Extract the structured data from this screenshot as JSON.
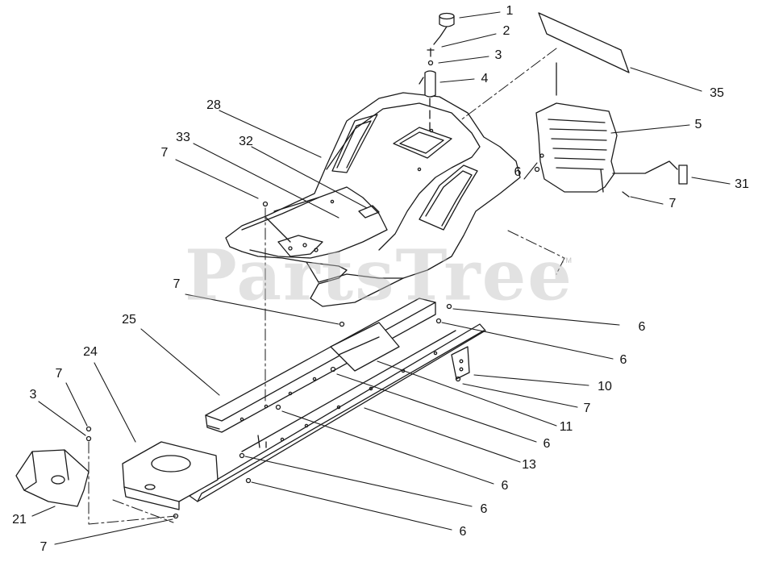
{
  "watermark": {
    "text": "PartsTree",
    "mark": "TM"
  },
  "callouts": [
    {
      "id": "c1",
      "label": "1"
    },
    {
      "id": "c2",
      "label": "2"
    },
    {
      "id": "c3a",
      "label": "3"
    },
    {
      "id": "c4",
      "label": "4"
    },
    {
      "id": "c35",
      "label": "35"
    },
    {
      "id": "c28",
      "label": "28"
    },
    {
      "id": "c5",
      "label": "5"
    },
    {
      "id": "c33",
      "label": "33"
    },
    {
      "id": "c32",
      "label": "32"
    },
    {
      "id": "c7a",
      "label": "7"
    },
    {
      "id": "c6a",
      "label": "6"
    },
    {
      "id": "c31",
      "label": "31"
    },
    {
      "id": "c7b",
      "label": "7"
    },
    {
      "id": "c7c",
      "label": "7"
    },
    {
      "id": "c25",
      "label": "25"
    },
    {
      "id": "c6b",
      "label": "6"
    },
    {
      "id": "c6c",
      "label": "6"
    },
    {
      "id": "c24",
      "label": "24"
    },
    {
      "id": "c7d",
      "label": "7"
    },
    {
      "id": "c10",
      "label": "10"
    },
    {
      "id": "c3b",
      "label": "3"
    },
    {
      "id": "c7e",
      "label": "7"
    },
    {
      "id": "c11",
      "label": "11"
    },
    {
      "id": "c6d",
      "label": "6"
    },
    {
      "id": "c13",
      "label": "13"
    },
    {
      "id": "c6e",
      "label": "6"
    },
    {
      "id": "c6f",
      "label": "6"
    },
    {
      "id": "c21",
      "label": "21"
    },
    {
      "id": "c6g",
      "label": "6"
    },
    {
      "id": "c7f",
      "label": "7"
    }
  ],
  "colors": {
    "line": "#1a1a1a",
    "fill": "#ffffff",
    "watermark": "#bebebe"
  }
}
